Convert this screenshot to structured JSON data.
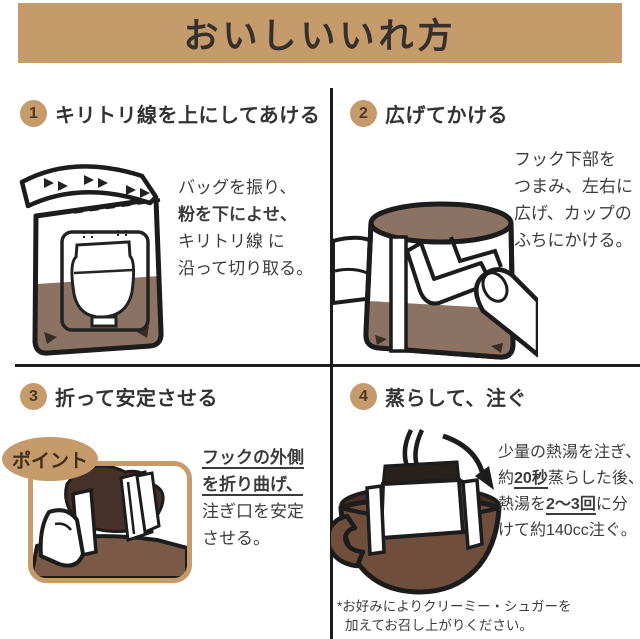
{
  "title": "おいしいいれ方",
  "colors": {
    "tan": "#C59B6B",
    "ink": "#1b1b1b",
    "text": "#3c3c3c",
    "coffee_powder": "#8C7263",
    "dark_brown": "#46302a",
    "cup_brown": "#6F4E3C"
  },
  "steps": {
    "s1": {
      "num": "1",
      "title": "キリトリ線を上にしてあける",
      "line1": "バッグを振り、",
      "line2": "粉を下によせ、",
      "line3": "キリトリ線 に",
      "line4": "沿って切り取る。"
    },
    "s2": {
      "num": "2",
      "title": "広げてかける",
      "line1": "フック下部を",
      "line2": "つまみ、左右に",
      "line3": "広げ、カップの",
      "line4": "ふちにかける。"
    },
    "s3": {
      "num": "3",
      "title": "折って安定させる",
      "badge": "ポイント",
      "line1": "フックの外側",
      "line2": "を折り曲げ、",
      "line3": "注ぎ口を安定",
      "line4": "させる。"
    },
    "s4": {
      "num": "4",
      "title": "蒸らして、注ぐ",
      "line1": "少量の熱湯を注ぎ、",
      "line2a": "約",
      "line2b": "20秒",
      "line2c": "蒸らした後、",
      "line3a": "熱湯を",
      "line3b": "2〜3回",
      "line3c": "に分",
      "line4": "けて約140cc注ぐ。",
      "note1": "*お好みによりクリーミー・シュガーを",
      "note2": "加えてお召し上がりください。"
    }
  }
}
